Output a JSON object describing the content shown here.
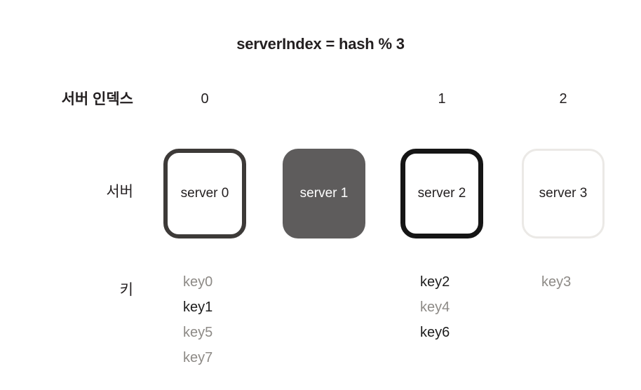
{
  "diagram": {
    "title": "serverIndex = hash % 3",
    "row_labels": {
      "server_index": "서버 인덱스",
      "server": "서버",
      "key": "키"
    },
    "columns": [
      {
        "index": "0",
        "server_name": "server 0",
        "box_style": "dark-outline",
        "keys": [
          {
            "label": "key0",
            "tone": "light"
          },
          {
            "label": "key1",
            "tone": "dark"
          },
          {
            "label": "key5",
            "tone": "light"
          },
          {
            "label": "key7",
            "tone": "light"
          }
        ]
      },
      {
        "index": "",
        "server_name": "server 1",
        "box_style": "filled",
        "keys": []
      },
      {
        "index": "1",
        "server_name": "server 2",
        "box_style": "black-outline",
        "keys": [
          {
            "label": "key2",
            "tone": "dark"
          },
          {
            "label": "key4",
            "tone": "light"
          },
          {
            "label": "key6",
            "tone": "dark"
          }
        ]
      },
      {
        "index": "2",
        "server_name": "server 3",
        "box_style": "faint-outline",
        "keys": [
          {
            "label": "key3",
            "tone": "light"
          }
        ]
      }
    ],
    "colors": {
      "text_dark": "#231f20",
      "text_light": "#8d8a86",
      "box_dark_outline": "#3d3a38",
      "box_black_outline": "#151515",
      "box_filled_background": "#5e5c5c",
      "box_faint_outline": "#ebe9e6",
      "background": "#ffffff"
    }
  }
}
